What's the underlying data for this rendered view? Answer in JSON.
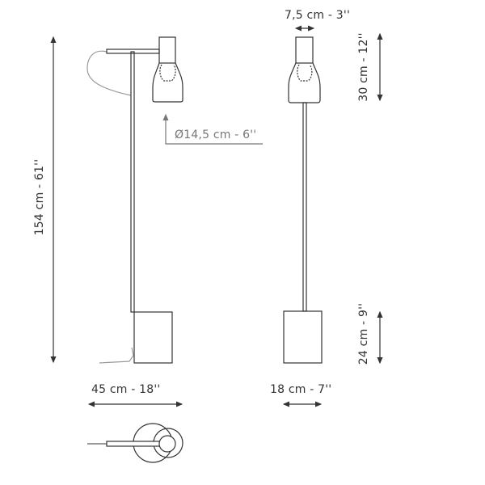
{
  "dimensions": {
    "total_height": "154 cm - 61''",
    "shade_diameter": "Ø14,5 cm - 6''",
    "head_width": "7,5 cm - 3''",
    "head_height": "30 cm - 12''",
    "base_height": "24 cm - 9''",
    "side_width": "45 cm - 18''",
    "front_width": "18 cm - 7''"
  },
  "colors": {
    "line": "#333333",
    "cable": "#999999",
    "annotation": "#777777"
  }
}
